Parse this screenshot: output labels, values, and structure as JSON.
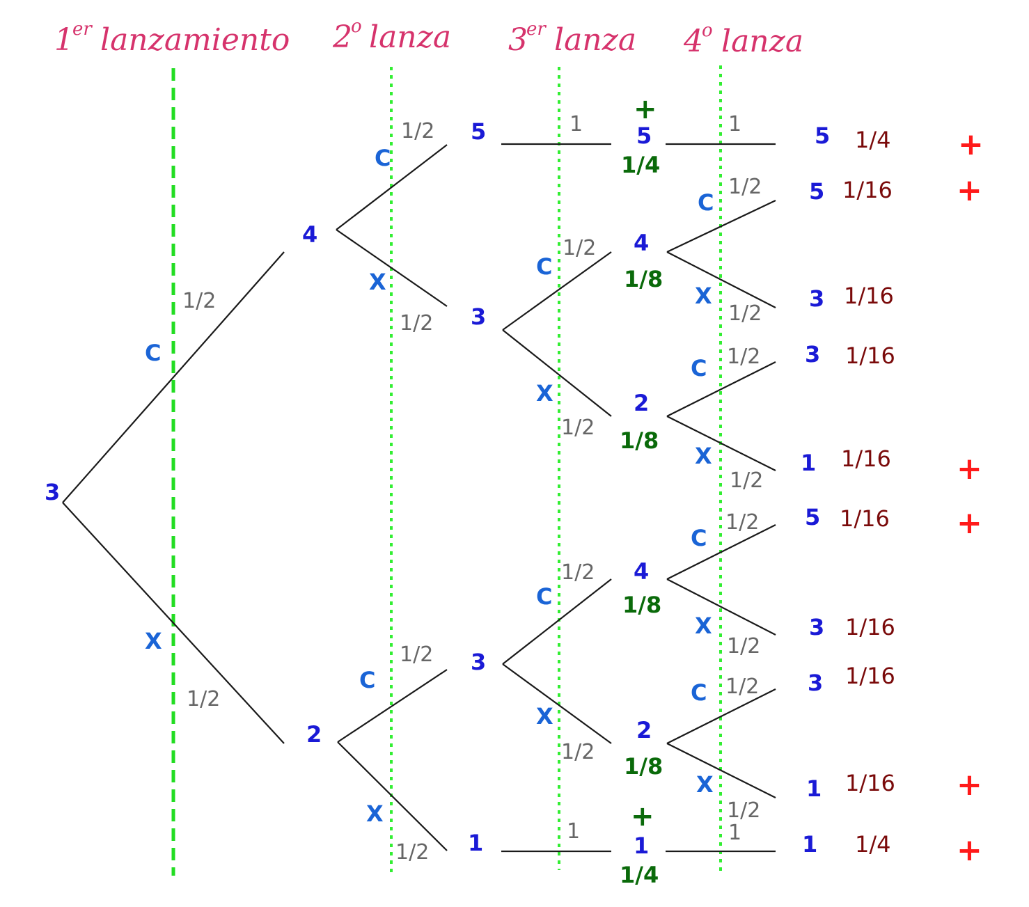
{
  "headers": [
    {
      "num": "1",
      "sup": "er",
      "text": "lanzamiento"
    },
    {
      "num": "2",
      "sup": "o",
      "text": "lanza"
    },
    {
      "num": "3",
      "sup": "er",
      "text": "lanza"
    },
    {
      "num": "4",
      "sup": "o",
      "text": "lanza"
    }
  ],
  "nodes": {
    "root": "3",
    "l1_top": "4",
    "l1_bot": "2",
    "l2_a": "5",
    "l2_b": "3",
    "l2_c": "3",
    "l2_d": "1",
    "l3_a": "5",
    "l3_b": "4",
    "l3_c": "2",
    "l3_d": "4",
    "l3_e": "2",
    "l3_f": "1"
  },
  "coins": {
    "heads": "C",
    "tails": "X"
  },
  "probs": {
    "half": "1/2",
    "one": "1"
  },
  "cumulative": {
    "l3_a": "1/4",
    "l3_b": "1/8",
    "l3_c": "1/8",
    "l3_d": "1/8",
    "l3_e": "1/8",
    "l3_f": "1/4"
  },
  "plus_sign": "+",
  "finals": [
    {
      "value": "5",
      "prob": "1/4",
      "mark": "+"
    },
    {
      "value": "5",
      "prob": "1/16",
      "mark": "+"
    },
    {
      "value": "3",
      "prob": "1/16",
      "mark": ""
    },
    {
      "value": "3",
      "prob": "1/16",
      "mark": ""
    },
    {
      "value": "1",
      "prob": "1/16",
      "mark": "+"
    },
    {
      "value": "5",
      "prob": "1/16",
      "mark": "+"
    },
    {
      "value": "3",
      "prob": "1/16",
      "mark": ""
    },
    {
      "value": "3",
      "prob": "1/16",
      "mark": ""
    },
    {
      "value": "1",
      "prob": "1/16",
      "mark": "+"
    },
    {
      "value": "1",
      "prob": "1/4",
      "mark": "+"
    }
  ]
}
